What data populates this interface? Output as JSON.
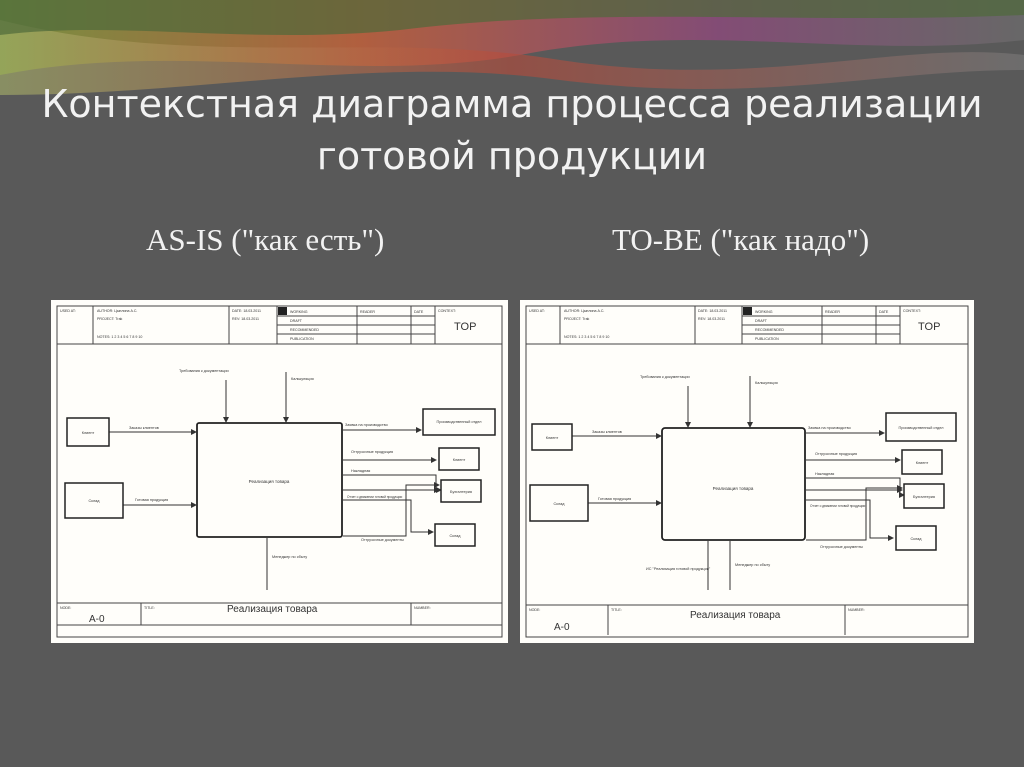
{
  "slide": {
    "title_line1": "Контекстная диаграмма процесса реализации",
    "title_line2": "готовой продукции",
    "subtitle_left": "AS-IS (\"как есть\")",
    "subtitle_right": "TO-BE (\"как надо\")"
  },
  "colors": {
    "background": "#555555",
    "panel": "#fffefa",
    "ink": "#333333"
  },
  "diagram_left": {
    "context": "TOP",
    "node": "A-0",
    "bottom_title": "Реализация товара",
    "header": {
      "used_at": "USED AT:",
      "author": "AUTHOR: Цыплина А.С.",
      "project": "PROJECT: Trak",
      "notes": "NOTES: 1 2 3 4 5 6 7 8 9 10",
      "date": "DATE: 18.03.2011",
      "rev": "REV: 18.03.2011",
      "working": "WORKING",
      "draft": "DRAFT",
      "recommended": "RECOMMENDED",
      "publication": "PUBLICATION",
      "reader": "READER",
      "reader_date": "DATE",
      "context_label": "CONTEXT:",
      "node_label": "NODE:",
      "title_label": "TITLE:",
      "number_label": "NUMBER:"
    },
    "activity": "Реализация товара",
    "controls": [
      "Требования к документации",
      "Калькуляция"
    ],
    "inputs": [
      "Заказы клиентов",
      "Готовая продукция"
    ],
    "input_sources": [
      "Клиент",
      "Склад"
    ],
    "mechanisms": [
      "Менеджер по сбыту"
    ],
    "outputs": [
      "Заявка на производство",
      "Отгрузочные продукция",
      "Накладная",
      "Отчет о движении готовой продукции",
      "Отгрузочные документы"
    ],
    "output_targets": [
      "Производственный отдел",
      "Клиент",
      "Бухгалтерия",
      "Склад"
    ]
  },
  "diagram_right": {
    "context": "TOP",
    "node": "A-0",
    "bottom_title": "Реализация товара",
    "header": {
      "used_at": "USED AT:",
      "author": "AUTHOR: Цыплина А.С.",
      "project": "PROJECT: Trak",
      "notes": "NOTES: 1 2 3 4 5 6 7 8 9 10",
      "date": "DATE: 18.03.2011",
      "rev": "REV: 18.03.2011",
      "working": "WORKING",
      "draft": "DRAFT",
      "recommended": "RECOMMENDED",
      "publication": "PUBLICATION",
      "reader": "READER",
      "reader_date": "DATE",
      "context_label": "CONTEXT:",
      "node_label": "NODE:",
      "title_label": "TITLE:",
      "number_label": "NUMBER:"
    },
    "activity": "Реализация товара",
    "controls": [
      "Требования к документации",
      "Калькуляция"
    ],
    "inputs": [
      "Заказы клиентов",
      "Готовая продукция"
    ],
    "input_sources": [
      "Клиент",
      "Склад"
    ],
    "mechanisms": [
      "ИС \"Реализация готовой продукции\"",
      "Менеджер по сбыту"
    ],
    "outputs": [
      "Заявка на производство",
      "Отгрузочные продукция",
      "Накладная",
      "Отчет о движении готовой продукции",
      "Отгрузочные документы"
    ],
    "output_targets": [
      "Производственный отдел",
      "Клиент",
      "Бухгалтерия",
      "Склад"
    ]
  }
}
